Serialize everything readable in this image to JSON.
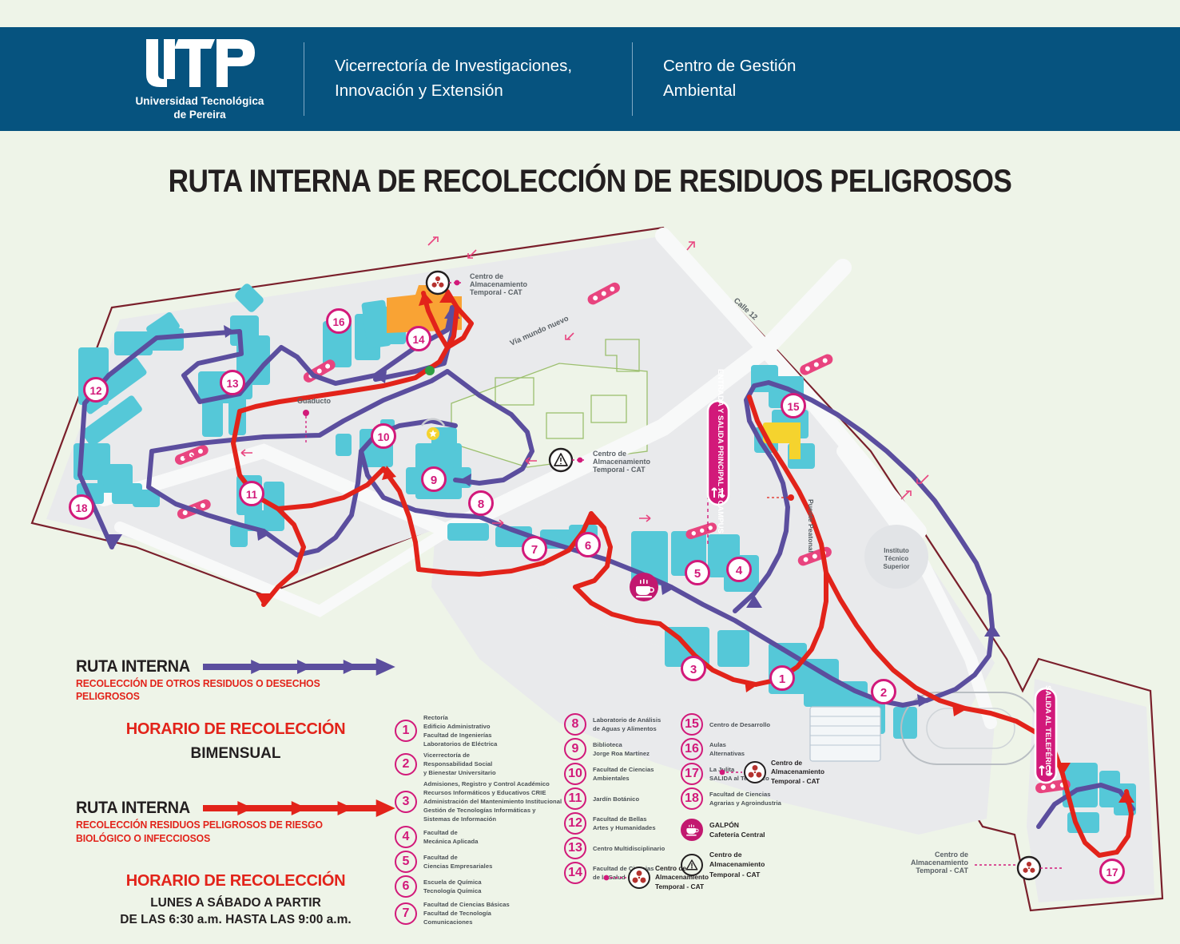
{
  "header": {
    "logo_line1": "Universidad Tecnológica",
    "logo_line2": "de Pereira",
    "logo_alt": "UTP",
    "col1": "Vicerrectoría de Investigaciones,\nInnovación y Extensión",
    "col1_l1": "Vicerrectoría de Investigaciones,",
    "col1_l2": "Innovación y Extensión",
    "col2_l1": "Centro de Gestión",
    "col2_l2": "Ambiental",
    "bg_color": "#06537f"
  },
  "title": "RUTA INTERNA DE RECOLECCIÓN DE RESIDUOS PELIGROSOS",
  "legend": {
    "route_purple": {
      "name": "RUTA INTERNA",
      "subtitle_l1": "RECOLECCIÓN DE OTROS RESIDUOS O DESECHOS PELIGROSOS",
      "subtitle_l2": "",
      "color": "#5b4e9e",
      "schedule_head": "HORARIO DE RECOLECCIÓN",
      "schedule_value": "BIMENSUAL"
    },
    "route_red": {
      "name": "RUTA INTERNA",
      "subtitle_l1": "RECOLECCIÓN RESIDUOS PELIGROSOS DE RIESGO",
      "subtitle_l2": "BIOLÓGICO O INFECCIOSOS",
      "color": "#e2231a",
      "schedule_head": "HORARIO DE RECOLECCIÓN",
      "schedule_l1": "LUNES A SÁBADO A PARTIR",
      "schedule_l2": "DE LAS 6:30 a.m. HASTA LAS 9:00 a.m."
    }
  },
  "index": {
    "col1": [
      {
        "n": "1",
        "lines": [
          "Rectoría",
          "Edificio Administrativo",
          "Facultad de Ingenierías",
          "Laboratorios de Eléctrica"
        ]
      },
      {
        "n": "2",
        "lines": [
          "Vicerrectoría de",
          "Responsabilidad Social",
          "y Bienestar Universitario"
        ]
      },
      {
        "n": "3",
        "lines": [
          "Admisiones,  Registro y Control Académico",
          "Recursos Informáticos y Educativos CRIE",
          "Administración del Mantenimiento Institucional",
          "Gestión de Tecnologías Informáticas y Sistemas de Información"
        ]
      },
      {
        "n": "4",
        "lines": [
          "Facultad de",
          "Mecánica Aplicada"
        ]
      },
      {
        "n": "5",
        "lines": [
          "Facultad de",
          "Ciencias Empresariales"
        ]
      },
      {
        "n": "6",
        "lines": [
          "Escuela de Química",
          "Tecnología Química"
        ]
      },
      {
        "n": "7",
        "lines": [
          "Facultad de Ciencias Básicas",
          "Facultad de Tecnología",
          "Comunicaciones"
        ]
      }
    ],
    "col2": [
      {
        "n": "8",
        "lines": [
          "Laboratorio de Análisis",
          "de Aguas y Alimentos"
        ]
      },
      {
        "n": "9",
        "lines": [
          "Biblioteca",
          "Jorge Roa Martínez"
        ]
      },
      {
        "n": "10",
        "lines": [
          "Facultad de Ciencias",
          "Ambientales"
        ]
      },
      {
        "n": "11",
        "lines": [
          "Jardín Botánico"
        ]
      },
      {
        "n": "12",
        "lines": [
          "Facultad de Bellas",
          "Artes y Humanidades"
        ]
      },
      {
        "n": "13",
        "lines": [
          "Centro Multidisciplinario"
        ]
      },
      {
        "n": "14",
        "lines": [
          "Facultad de Ciencias",
          "de la Salud"
        ]
      }
    ],
    "col3": [
      {
        "n": "15",
        "lines": [
          "Centro de Desarrollo"
        ]
      },
      {
        "n": "16",
        "lines": [
          "Aulas",
          "Alternativas"
        ]
      },
      {
        "n": "17",
        "lines": [
          "La Julita",
          "SALIDA  al Teleférico"
        ]
      },
      {
        "n": "18",
        "lines": [
          "Facultad de Ciencias",
          "Agrarias y Agroindustria"
        ]
      }
    ],
    "galpon": {
      "icon": "cup-icon",
      "lines": [
        "GALPÓN",
        "Cafetería  Central"
      ]
    },
    "cat_warning": {
      "icon": "warning-triangle-icon",
      "lines": [
        "Centro de",
        "Almacenamiento",
        "Temporal - CAT"
      ]
    },
    "cat_bio_col2": {
      "icon": "biohazard-icon",
      "lines": [
        "Centro de",
        "Almacenamiento",
        "Temporal - CAT"
      ]
    },
    "cat_bio_col3": {
      "icon": "biohazard-icon",
      "lines": [
        "Centro de",
        "Almacenamiento",
        "Temporal - CAT"
      ]
    }
  },
  "map": {
    "markers": [
      "1",
      "2",
      "3",
      "4",
      "5",
      "6",
      "7",
      "8",
      "9",
      "10",
      "11",
      "12",
      "13",
      "14",
      "15",
      "16",
      "17",
      "18"
    ],
    "labels": {
      "cat_top": [
        "Centro de",
        "Almacenamiento",
        "Temporal - CAT"
      ],
      "cat_center": [
        "Centro de",
        "Almacenamiento",
        "Temporal - CAT"
      ],
      "cat_bottom_right": [
        "Centro de",
        "Almacenamiento",
        "Temporal - CAT"
      ],
      "street_mundo_nuevo": "Vía mundo nuevo",
      "street_calle12": "Calle 12",
      "guaducto": "Guaducto",
      "instituto": [
        "Instituto",
        "Técnico",
        "Superior"
      ],
      "puente_peatonal": "Puente Peatonal",
      "sign_entrada": "ENTRADA Y SALIDA PRINCIPAL AL CAMPUS",
      "sign_salida": "SALIDA AL TELEFÉRICO"
    },
    "colors": {
      "campus_ground": "#e9eaec",
      "building": "#55c8d8",
      "building_orange": "#f9a334",
      "building_yellow": "#f5d32e",
      "route_purple": "#5b4e9e",
      "route_red": "#e2231a",
      "boundary": "#7a1f2b",
      "marker": "#d2197a",
      "green_area": "#e7efe0",
      "road": "#f7f8f8"
    }
  }
}
